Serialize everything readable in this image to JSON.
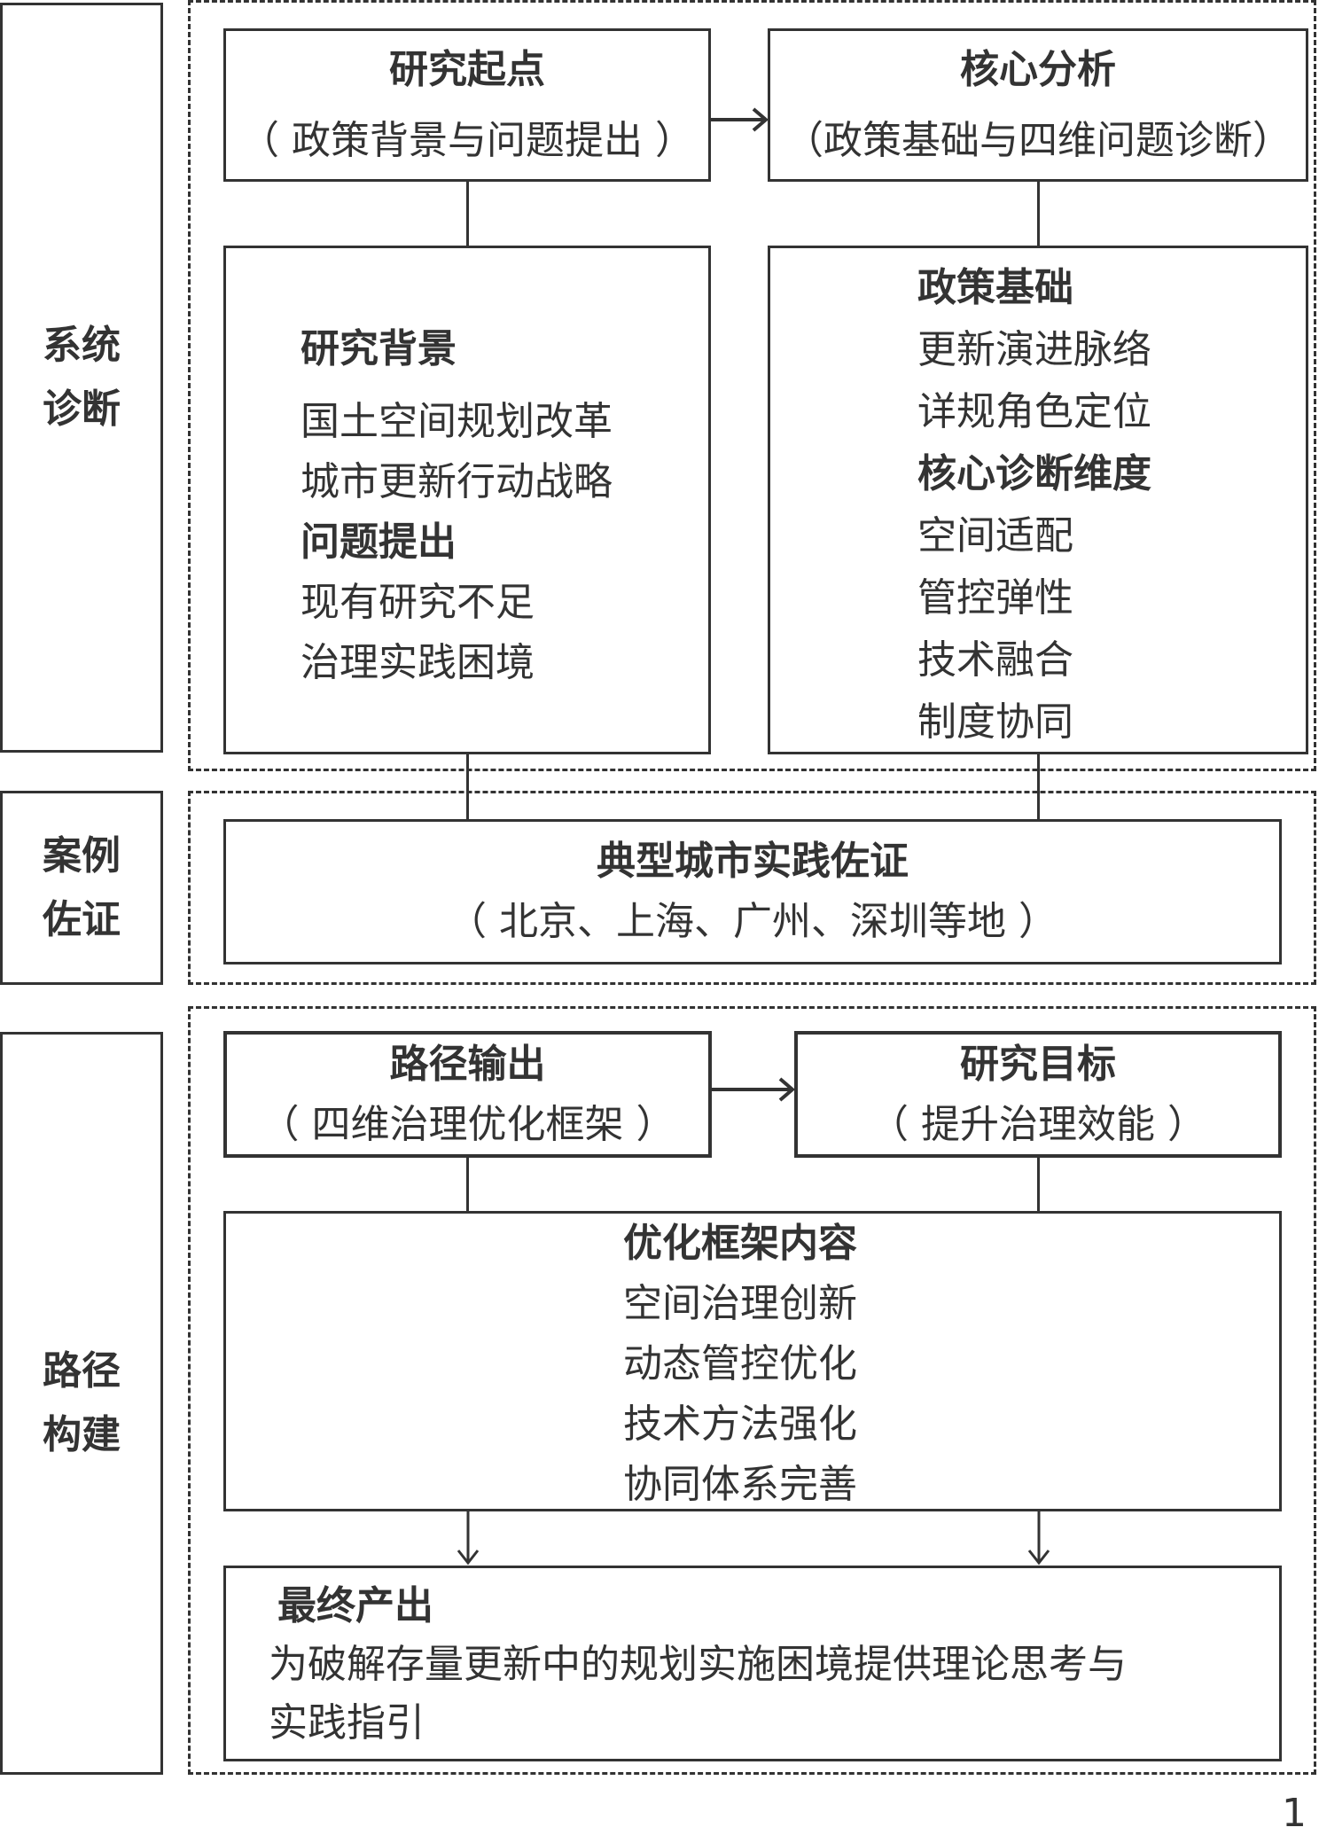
{
  "sections": [
    {
      "label_line1": "系统",
      "label_line2": "诊断"
    },
    {
      "label_line1": "案例",
      "label_line2": "佐证"
    },
    {
      "label_line1": "路径",
      "label_line2": "构建"
    }
  ],
  "diagnosis": {
    "start": {
      "title": "研究起点",
      "subtitle": "（ 政策背景与问题提出 ）"
    },
    "core": {
      "title": "核心分析",
      "subtitle": "（政策基础与四维问题诊断）"
    },
    "background": {
      "heading1": "研究背景",
      "items1": [
        "国土空间规划改革",
        "城市更新行动战略"
      ],
      "heading2": "问题提出",
      "items2": [
        "现有研究不足",
        "治理实践困境"
      ]
    },
    "policy": {
      "heading1": "政策基础",
      "items1": [
        "更新演进脉络",
        "详规角色定位"
      ],
      "heading2": "核心诊断维度",
      "items2": [
        "空间适配",
        "管控弹性",
        "技术融合",
        "制度协同"
      ]
    }
  },
  "cases": {
    "title": "典型城市实践佐证",
    "subtitle": "（ 北京、上海、广州、深圳等地 ）"
  },
  "path": {
    "output": {
      "title": "路径输出",
      "subtitle": "（ 四维治理优化框架 ）"
    },
    "goal": {
      "title": "研究目标",
      "subtitle": "（ 提升治理效能 ）"
    },
    "framework": {
      "title": "优化框架内容",
      "items": [
        "空间治理创新",
        "动态管控优化",
        "技术方法强化",
        "协同体系完善"
      ]
    },
    "final": {
      "title": "最终产出",
      "line1": "为破解存量更新中的规划实施困境提供理论思考与",
      "line2": "实践指引"
    }
  },
  "page_number": "1"
}
